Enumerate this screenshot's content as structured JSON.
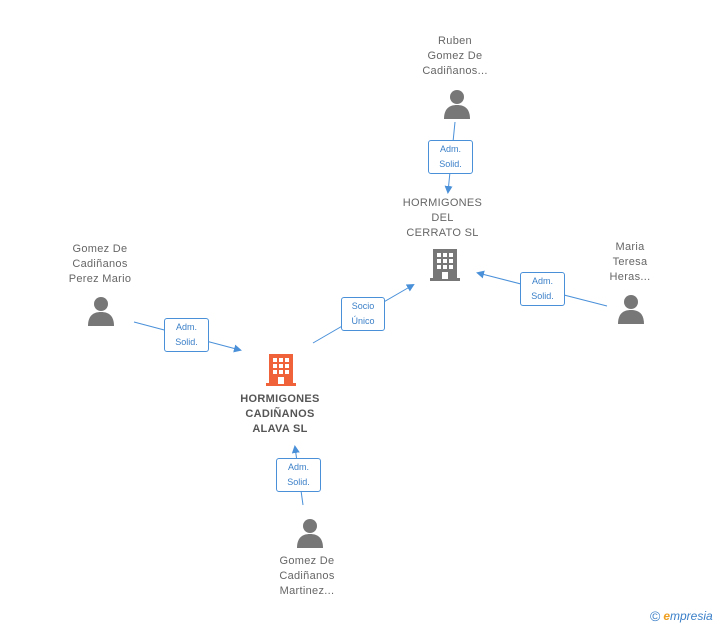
{
  "colors": {
    "edge": "#4a90d9",
    "person": "#777777",
    "company": "#777777",
    "main_company": "#f0633a"
  },
  "nodes": {
    "ruben": {
      "lines": [
        "Ruben",
        "Gomez De",
        "Cadiñanos..."
      ]
    },
    "cerrato": {
      "lines": [
        "HORMIGONES",
        "DEL",
        "CERRATO SL"
      ]
    },
    "maria": {
      "lines": [
        "Maria",
        "Teresa",
        "Heras..."
      ]
    },
    "mario": {
      "lines": [
        "Gomez De",
        "Cadiñanos",
        "Perez Mario"
      ]
    },
    "alava": {
      "lines": [
        "HORMIGONES",
        "CADIÑANOS",
        "ALAVA SL"
      ]
    },
    "martinez": {
      "lines": [
        "Gomez De",
        "Cadiñanos",
        "Martinez..."
      ]
    }
  },
  "edges": {
    "ruben_cerrato": {
      "lines": [
        "Adm.",
        "Solid."
      ]
    },
    "maria_cerrato": {
      "lines": [
        "Adm.",
        "Solid."
      ]
    },
    "alava_cerrato": {
      "lines": [
        "Socio",
        "Único"
      ]
    },
    "mario_alava": {
      "lines": [
        "Adm.",
        "Solid."
      ]
    },
    "martinez_alava": {
      "lines": [
        "Adm.",
        "Solid."
      ]
    }
  },
  "footer": {
    "copyright": "©",
    "brand_initial": "e",
    "brand_rest": "mpresia"
  }
}
